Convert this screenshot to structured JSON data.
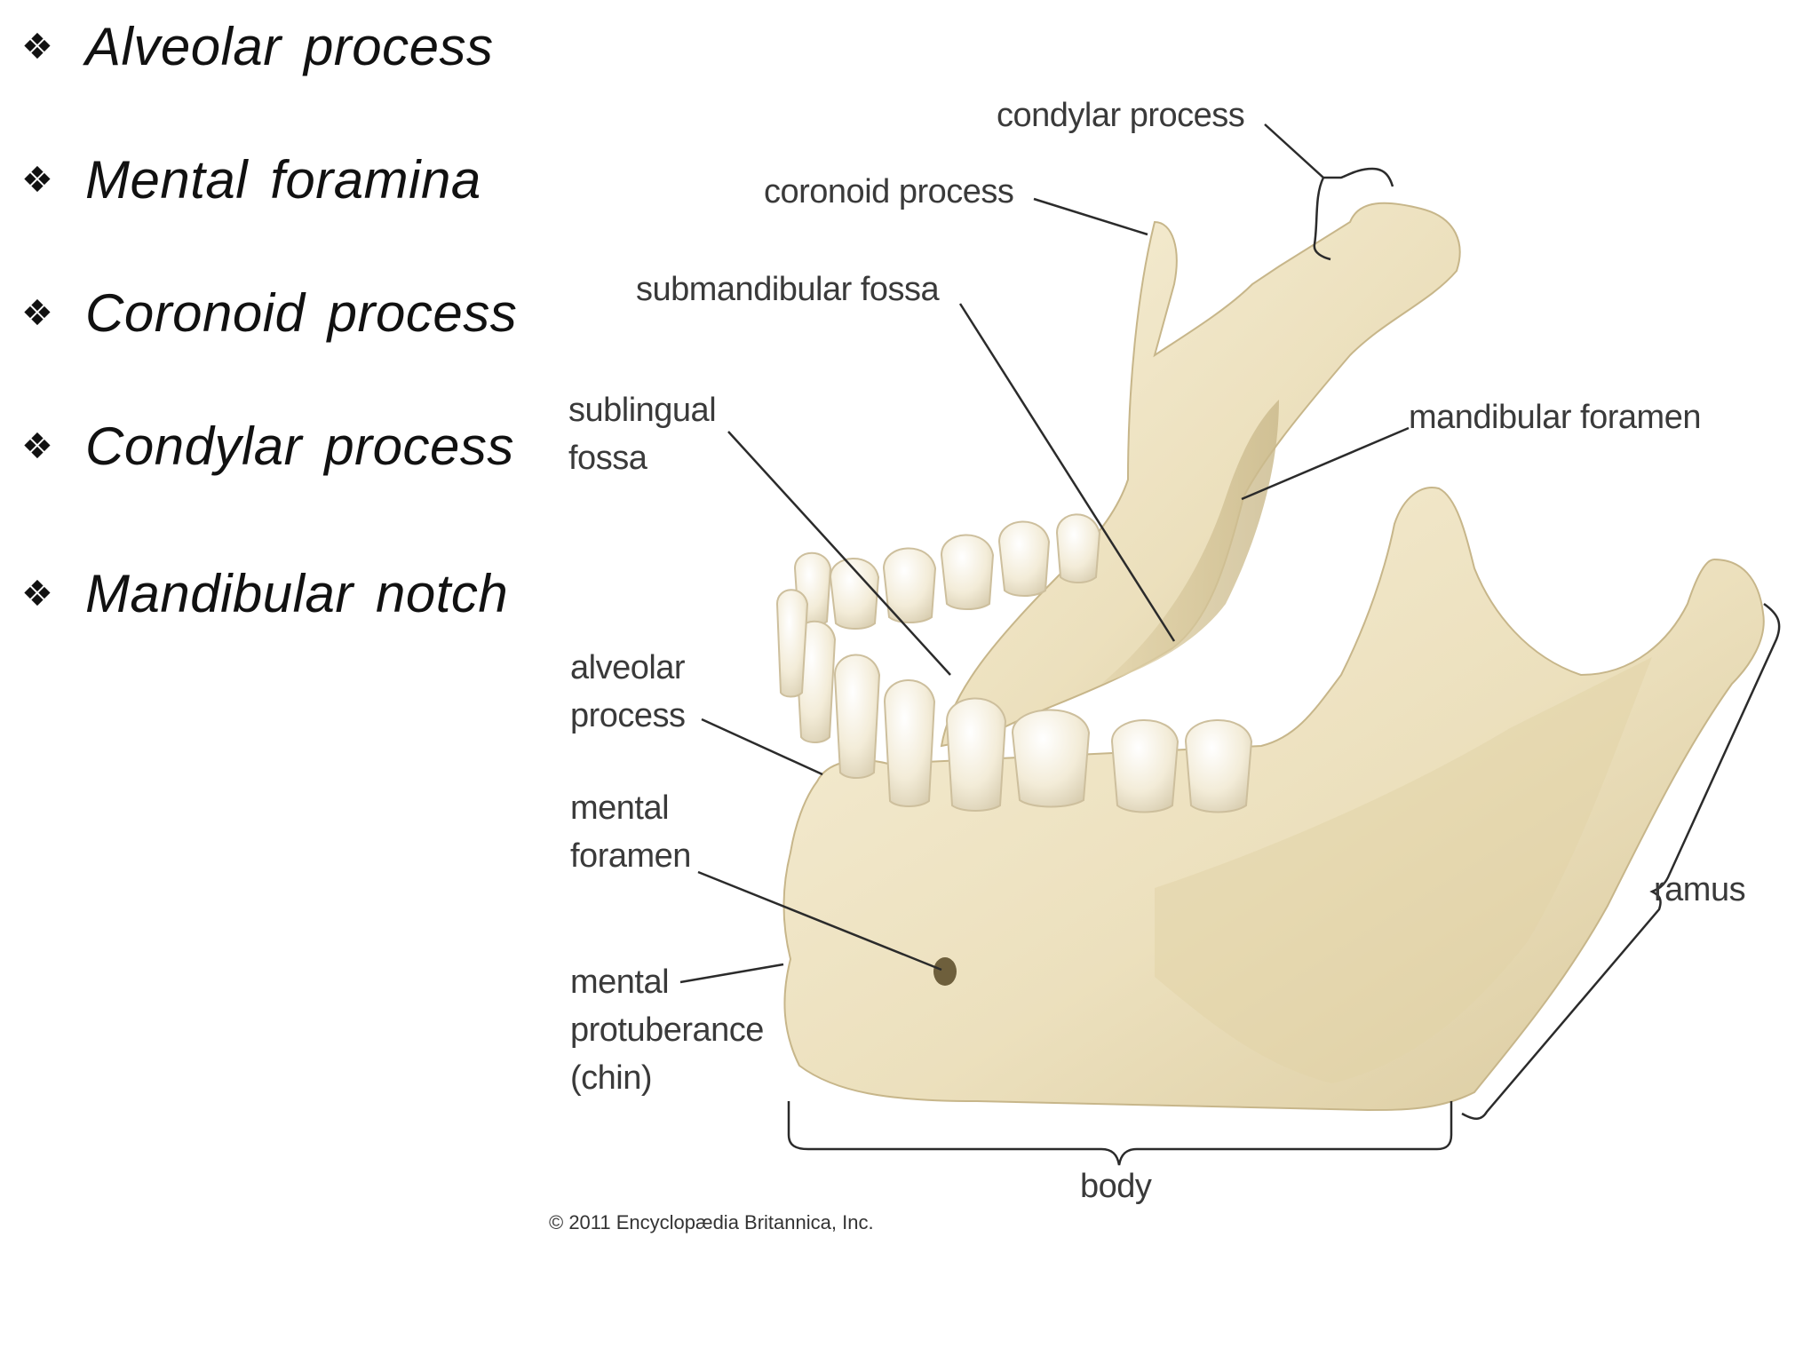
{
  "bullets": [
    {
      "marker": "❖",
      "text": "Alveolar process"
    },
    {
      "marker": "❖",
      "text": "Mental foramina"
    },
    {
      "marker": "❖",
      "text": "Coronoid  process"
    },
    {
      "marker": "❖",
      "text": "Condylar  process"
    },
    {
      "marker": "❖",
      "text": "Mandibular  notch"
    }
  ],
  "figure": {
    "labels": {
      "condylar_process": "condylar process",
      "coronoid_process": "coronoid process",
      "submandibular_fossa": "submandibular fossa",
      "sublingual_fossa_1": "sublingual",
      "sublingual_fossa_2": "fossa",
      "mandibular_foramen": "mandibular foramen",
      "alveolar_process_1": "alveolar",
      "alveolar_process_2": "process",
      "mental_foramen_1": "mental",
      "mental_foramen_2": "foramen",
      "mental_protuberance_1": "mental",
      "mental_protuberance_2": "protuberance",
      "mental_protuberance_3": "(chin)",
      "ramus": "ramus",
      "body": "body"
    },
    "credit": "© 2011 Encyclopædia Britannica, Inc.",
    "colors": {
      "bone": "#efe4c4",
      "bone_shadow": "#d6c79f",
      "tooth": "#f7f2e3",
      "leader": "#2b2b2b"
    }
  }
}
